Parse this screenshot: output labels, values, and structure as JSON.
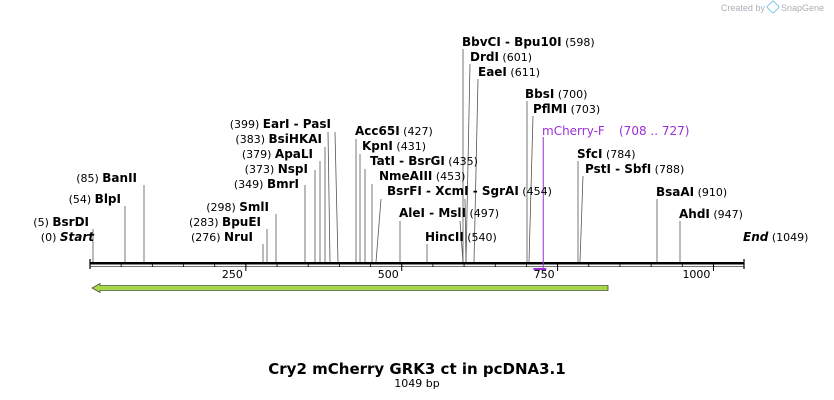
{
  "watermark": {
    "prefix": "Created by",
    "brand": "SnapGene"
  },
  "map": {
    "title": "Cry2 mCherry GRK3 ct in pcDNA3.1",
    "length_label": "1049 bp",
    "length": 1049,
    "tick_labels": [
      "250",
      "500",
      "750",
      "1000"
    ],
    "features": [
      {
        "name": "mCherry-F",
        "range": "(708 .. 727)",
        "start": 708,
        "end": 727,
        "color": "#9b30d9"
      }
    ],
    "orf_color": "#a6d84a"
  }
}
